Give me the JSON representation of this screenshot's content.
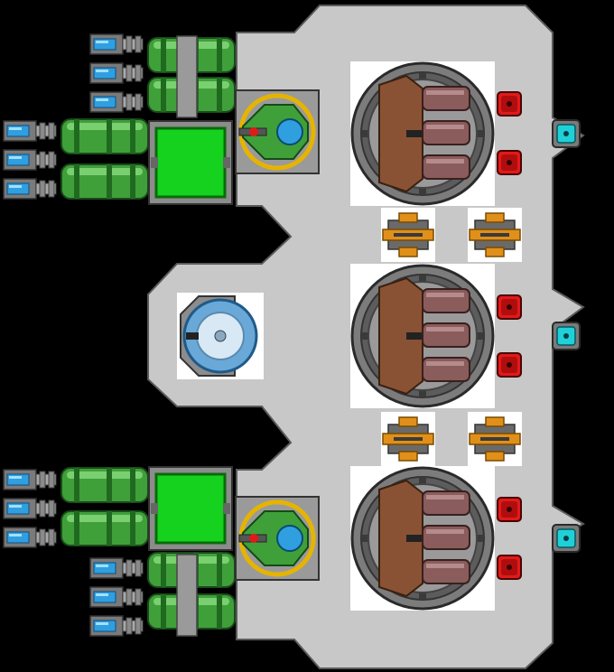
{
  "colors": {
    "background": "#000000",
    "hull": "#c8c8c8",
    "hull_outline": "#5a5a5a",
    "room_floor": "#ffffff",
    "screen_green": "#14d21e",
    "pipe_green": "#3fa03a",
    "pipe_green_dark": "#1f6a1f",
    "vent_blue": "#2f9fe0",
    "turret_gold": "#e6b400",
    "reactor_brown": "#8a5234",
    "reactor_rod": "#8a5c5c",
    "mine_red": "#e01a1a",
    "marker_cyan": "#1fd0d8",
    "clamp_orange": "#e0901a"
  },
  "ship": {
    "reactors": 3,
    "green_turrets": 2,
    "control_screens": 2,
    "shield_generator": 1,
    "red_modules": 6,
    "cyan_markers": 3,
    "orange_clamps": 4,
    "thruster_nozzles": 12
  },
  "icons": {
    "reactor": "reactor-core-icon",
    "turret": "green-turret-icon",
    "screen": "control-screen-icon",
    "shield": "shield-generator-icon",
    "red_module": "red-module-icon",
    "cyan_marker": "cyan-marker-icon",
    "clamp": "orange-clamp-icon",
    "thruster": "thruster-nozzle-icon"
  }
}
